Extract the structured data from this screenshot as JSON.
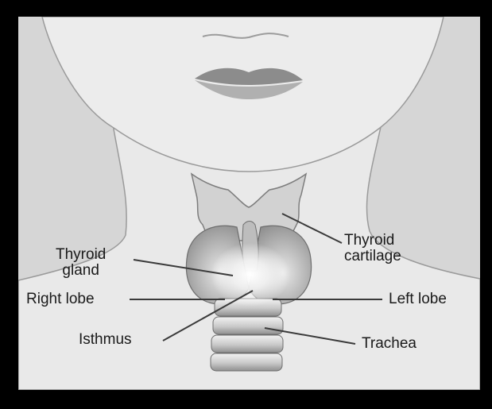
{
  "diagram": {
    "labels": {
      "thyroid_gland": [
        "Thyroid",
        "gland"
      ],
      "thyroid_cartilage": [
        "Thyroid",
        "cartilage"
      ],
      "right_lobe": "Right lobe",
      "left_lobe": "Left lobe",
      "isthmus": "Isthmus",
      "trachea": "Trachea"
    }
  }
}
